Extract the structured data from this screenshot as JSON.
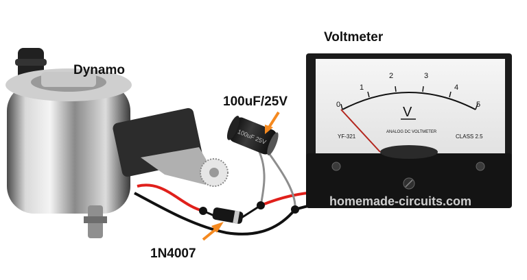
{
  "labels": {
    "dynamo": "Dynamo",
    "voltmeter": "Voltmeter",
    "capacitor": "100uF/25V",
    "diode": "1N4007",
    "watermark": "homemade-circuits.com"
  },
  "meter": {
    "scale_ticks": [
      "0",
      "1",
      "2",
      "3",
      "4",
      "5"
    ],
    "unit": "V",
    "model": "YF-321",
    "type_text": "ANALOG DC VOLTMETER",
    "class_text": "CLASS 2.5"
  },
  "capacitor_print": "100uF 25V",
  "colors": {
    "arrow": "#f5891f",
    "wire_red": "#e0201b",
    "wire_black": "#111111",
    "needle": "#b3261e",
    "meter_body": "#1b1b1b"
  }
}
